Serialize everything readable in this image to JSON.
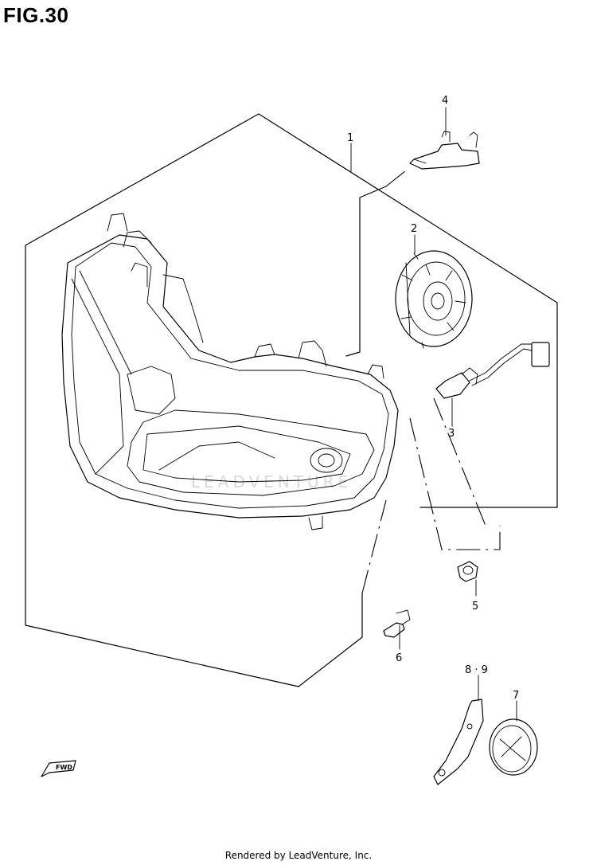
{
  "figure": {
    "title": "FIG.30",
    "footer": "Rendered by LeadVenture, Inc.",
    "watermark": "LEADVENTURE"
  },
  "callouts": [
    {
      "id": "callout-1",
      "label": "1"
    },
    {
      "id": "callout-2",
      "label": "2"
    },
    {
      "id": "callout-3",
      "label": "3"
    },
    {
      "id": "callout-4",
      "label": "4"
    },
    {
      "id": "callout-5",
      "label": "5"
    },
    {
      "id": "callout-6",
      "label": "6"
    },
    {
      "id": "callout-7",
      "label": "7"
    },
    {
      "id": "callout-8-9",
      "label": "8 · 9"
    }
  ],
  "fwd_marker": {
    "label": "FWD"
  }
}
